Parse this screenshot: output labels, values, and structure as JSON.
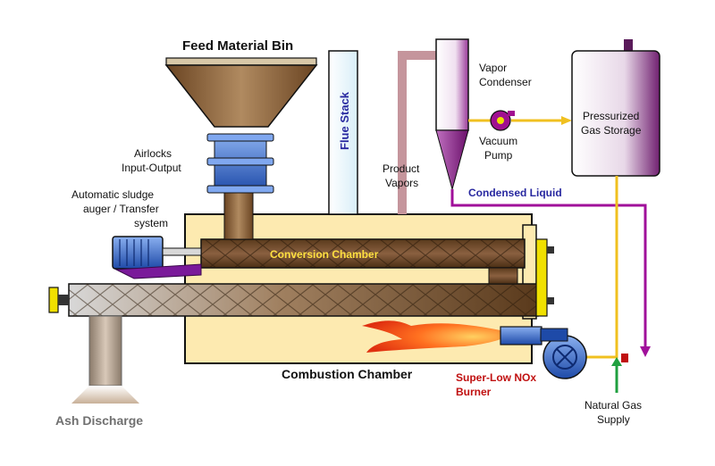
{
  "labels": {
    "feed_bin": "Feed Material Bin",
    "airlocks_1": "Airlocks",
    "airlocks_2": "Input-Output",
    "auger_1": "Automatic sludge",
    "auger_2": "auger / Transfer",
    "auger_3": "system",
    "flue_stack": "Flue Stack",
    "product_vapors_1": "Product",
    "product_vapors_2": "Vapors",
    "vapor_condenser_1": "Vapor",
    "vapor_condenser_2": "Condenser",
    "vacuum_pump_1": "Vacuum",
    "vacuum_pump_2": "Pump",
    "gas_storage_1": "Pressurized",
    "gas_storage_2": "Gas Storage",
    "condensed_liquid": "Condensed Liquid",
    "conversion_chamber": "Conversion Chamber",
    "combustion_chamber": "Combustion Chamber",
    "burner_1": "Super-Low NOx",
    "burner_2": "Burner",
    "natural_gas_1": "Natural Gas",
    "natural_gas_2": "Supply",
    "ash_discharge": "Ash Discharge"
  },
  "colors": {
    "chamber_fill": "#fdeab0",
    "vapor_line": "#d8a8b0",
    "condensed_line": "#a0109a",
    "gas_line": "#f0c020",
    "natural_gas_line": "#20a040",
    "motor": "#2050c0",
    "burner_label": "#c01010",
    "condensed_label": "#2828a0",
    "ash_label": "#707070",
    "conversion_label": "#ffe040"
  }
}
